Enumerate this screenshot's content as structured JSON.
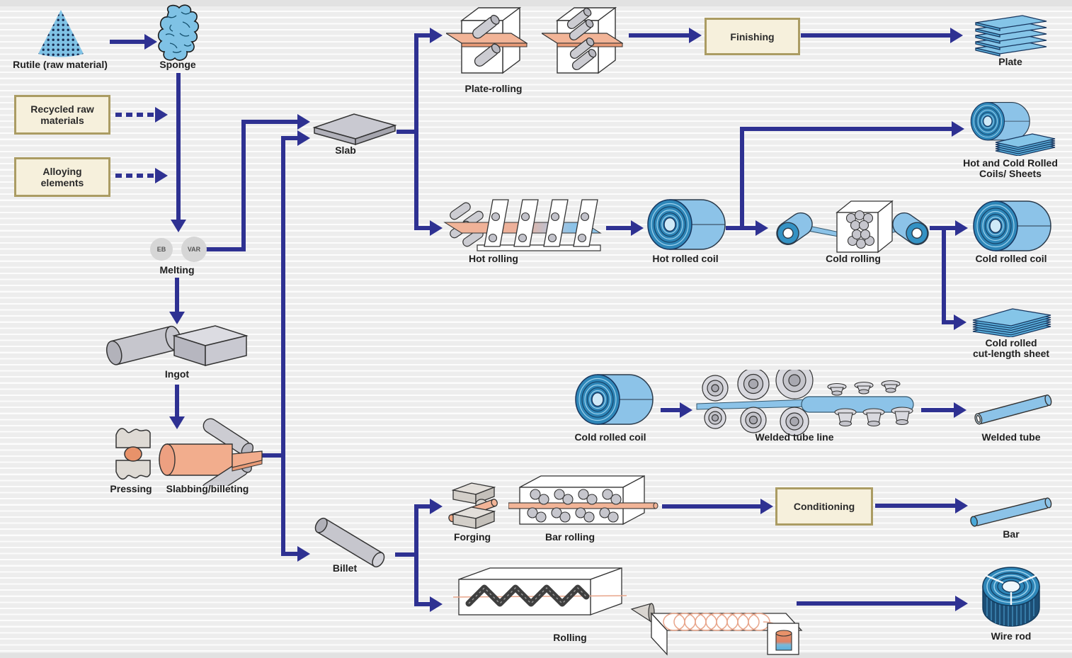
{
  "colors": {
    "arrow": "#2e3192",
    "light_blue": "#85c5e8",
    "deep_blue": "#2e86b8",
    "salmon": "#f2b497",
    "gray_fill": "#c6c6cd",
    "box_border": "#ab9c63",
    "box_fill": "#f6f0dc",
    "text": "#1f1f1f"
  },
  "sources": {
    "rutile": "Rutile (raw material)",
    "sponge": "Sponge",
    "recycled": "Recycled raw materials",
    "alloying": "Alloying elements"
  },
  "melting": {
    "label": "Melting",
    "eb": "EB",
    "var": "VAR"
  },
  "primary": {
    "ingot": "Ingot",
    "pressing": "Pressing",
    "slabbing": "Slabbing/billeting",
    "slab": "Slab",
    "billet": "Billet"
  },
  "plate_route": {
    "plate_rolling": "Plate-rolling",
    "finishing": "Finishing",
    "plate": "Plate"
  },
  "coil_route": {
    "hot_rolling": "Hot rolling",
    "hot_rolled_coil": "Hot rolled coil",
    "hot_cold_line1": "Hot and Cold Rolled",
    "hot_cold_line2": "Coils/ Sheets",
    "cold_rolling": "Cold rolling",
    "cold_rolled_coil": "Cold rolled coil",
    "cut_length_line1": "Cold rolled",
    "cut_length_line2": "cut-length sheet"
  },
  "tube_route": {
    "cold_rolled_coil": "Cold rolled coil",
    "welded_tube_line": "Welded tube line",
    "welded_tube": "Welded tube"
  },
  "bar_route": {
    "forging": "Forging",
    "bar_rolling": "Bar rolling",
    "conditioning": "Conditioning",
    "bar": "Bar"
  },
  "wire_route": {
    "rolling": "Rolling",
    "wire_rod": "Wire rod"
  }
}
